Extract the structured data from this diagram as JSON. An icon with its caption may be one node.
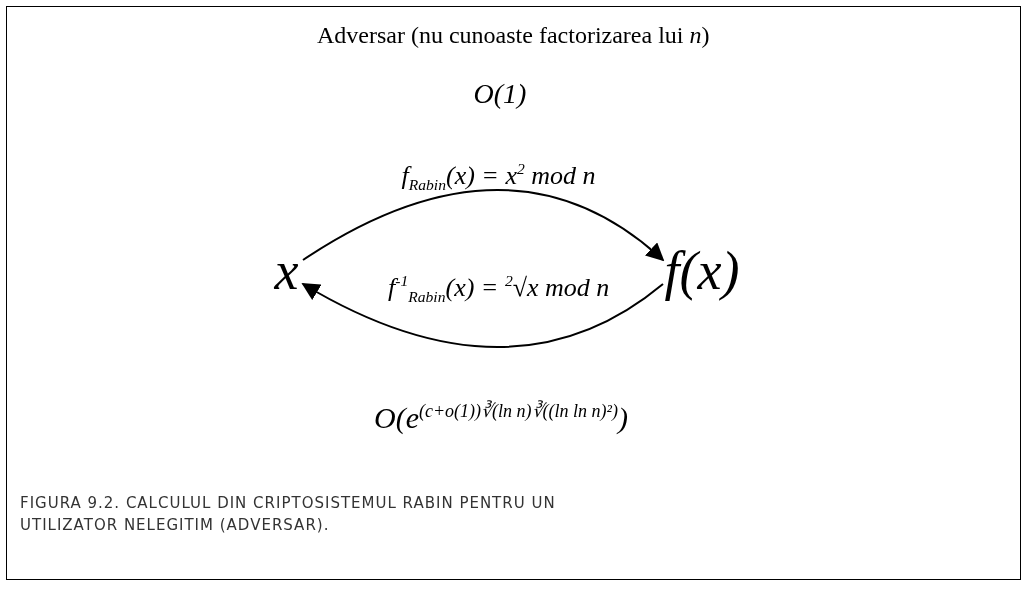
{
  "diagram": {
    "title": "Adversar (nu cunoaste factorizarea lui *n*)",
    "caption": "FIGURA 9.2. CALCULUL DIN CRIPTOSISTEMUL RABIN PENTRU UN UTILIZATOR NELEGITIM (ADVERSAR).",
    "nodes": [
      {
        "text": [
          "x"
        ]
      },
      {
        "text": [
          "f(x)"
        ]
      }
    ],
    "edges": [
      {
        "from": 0,
        "to": 1,
        "arrow": "to",
        "label": "f$_{Rabin}$(x) = x$^{2}$ mod n"
      },
      {
        "from": 1,
        "to": 0,
        "arrow": "to",
        "label": "f$^{-1}$$_{Rabin}$(x) = $^{2}$√x mod n"
      }
    ],
    "labels": [
      "O(1)",
      "O(e$^{(c+o(1))∛(ln n)∛((ln ln n)²)}$)"
    ]
  }
}
